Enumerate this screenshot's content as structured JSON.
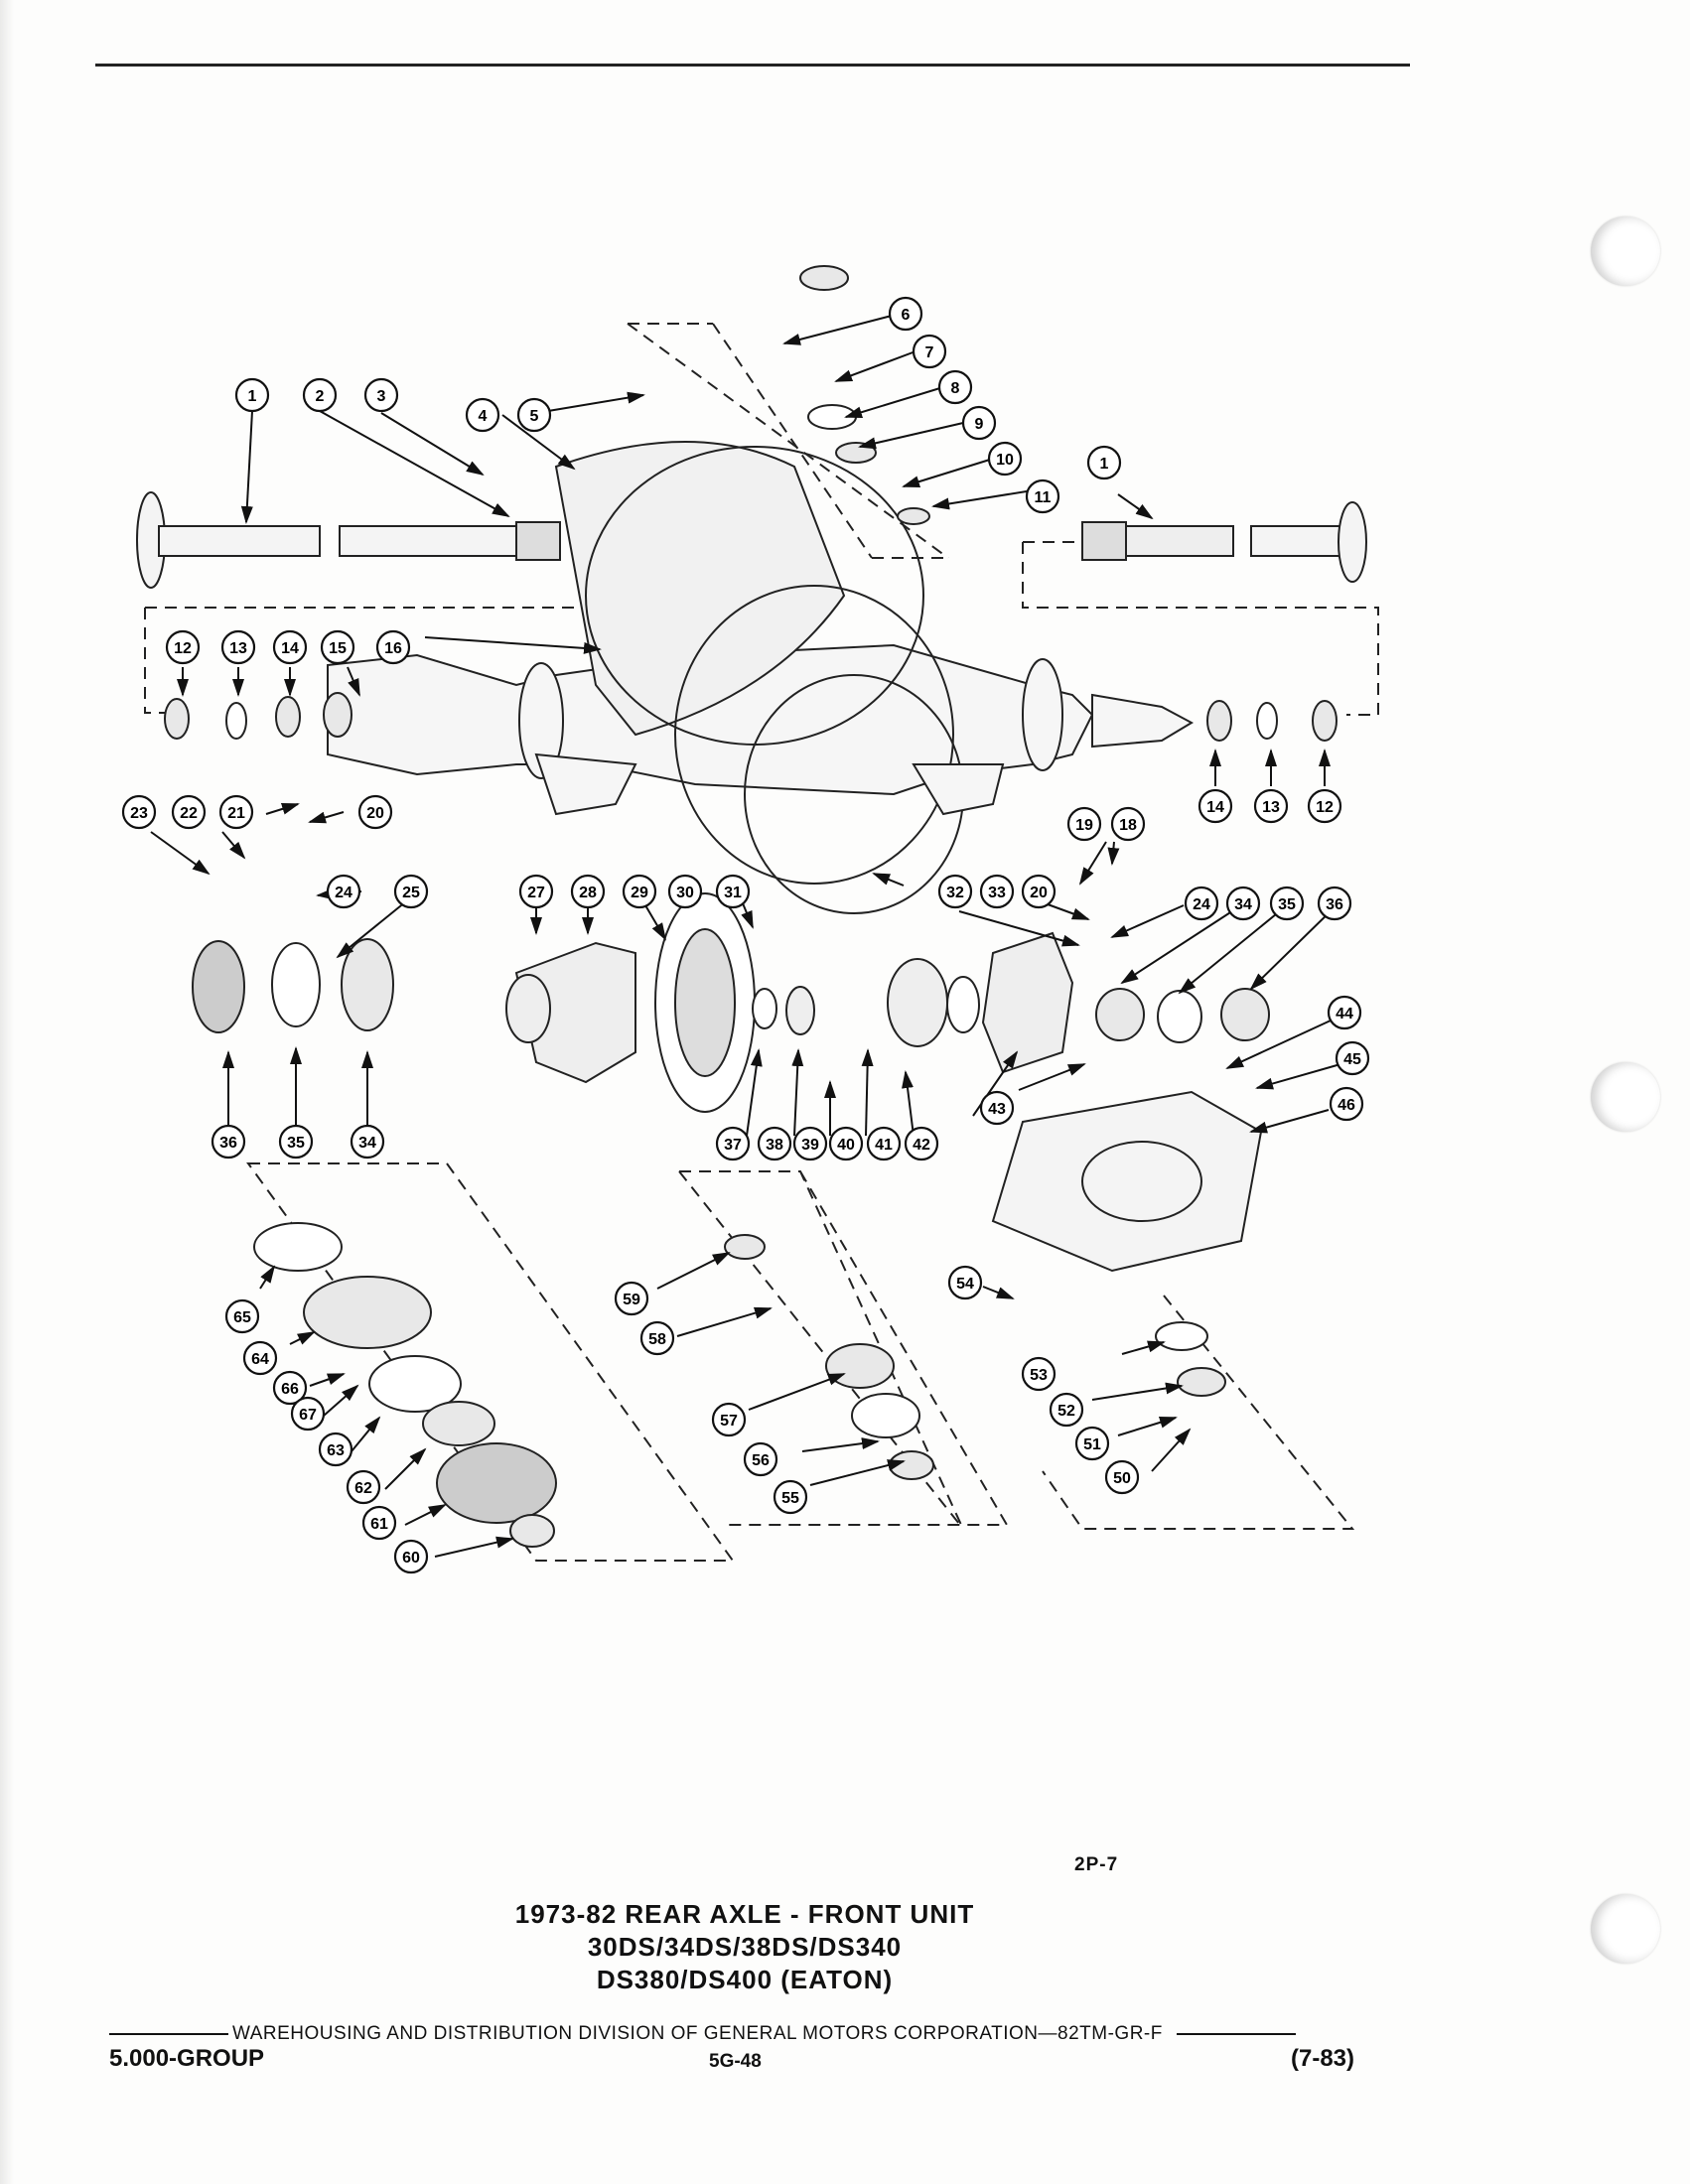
{
  "figure_number": "2P-7",
  "caption": {
    "line1": "1973-82 REAR AXLE - FRONT UNIT",
    "line2": "30DS/34DS/38DS/DS340",
    "line3": "DS380/DS400 (EATON)"
  },
  "footer": {
    "text": "WAREHOUSING AND DISTRIBUTION DIVISION OF GENERAL MOTORS CORPORATION—82TM-GR-F",
    "group": "5.000-GROUP",
    "page": "5G-48",
    "revision": "(7-83)"
  },
  "callouts": [
    {
      "n": "1"
    },
    {
      "n": "2"
    },
    {
      "n": "3"
    },
    {
      "n": "4"
    },
    {
      "n": "5"
    },
    {
      "n": "6"
    },
    {
      "n": "7"
    },
    {
      "n": "8"
    },
    {
      "n": "9"
    },
    {
      "n": "10"
    },
    {
      "n": "11"
    },
    {
      "n": "1"
    },
    {
      "n": "12"
    },
    {
      "n": "13"
    },
    {
      "n": "14"
    },
    {
      "n": "15"
    },
    {
      "n": "16"
    },
    {
      "n": "14"
    },
    {
      "n": "13"
    },
    {
      "n": "12"
    },
    {
      "n": "23"
    },
    {
      "n": "22"
    },
    {
      "n": "21"
    },
    {
      "n": "20"
    },
    {
      "n": "24"
    },
    {
      "n": "25"
    },
    {
      "n": "27"
    },
    {
      "n": "28"
    },
    {
      "n": "29"
    },
    {
      "n": "30"
    },
    {
      "n": "31"
    },
    {
      "n": "19"
    },
    {
      "n": "18"
    },
    {
      "n": "32"
    },
    {
      "n": "33"
    },
    {
      "n": "20"
    },
    {
      "n": "24"
    },
    {
      "n": "34"
    },
    {
      "n": "35"
    },
    {
      "n": "36"
    },
    {
      "n": "44"
    },
    {
      "n": "45"
    },
    {
      "n": "46"
    },
    {
      "n": "36"
    },
    {
      "n": "35"
    },
    {
      "n": "34"
    },
    {
      "n": "37"
    },
    {
      "n": "38"
    },
    {
      "n": "39"
    },
    {
      "n": "40"
    },
    {
      "n": "41"
    },
    {
      "n": "42"
    },
    {
      "n": "43"
    },
    {
      "n": "54"
    },
    {
      "n": "59"
    },
    {
      "n": "58"
    },
    {
      "n": "65"
    },
    {
      "n": "64"
    },
    {
      "n": "66"
    },
    {
      "n": "67"
    },
    {
      "n": "63"
    },
    {
      "n": "62"
    },
    {
      "n": "61"
    },
    {
      "n": "60"
    },
    {
      "n": "57"
    },
    {
      "n": "56"
    },
    {
      "n": "55"
    },
    {
      "n": "53"
    },
    {
      "n": "52"
    },
    {
      "n": "51"
    },
    {
      "n": "50"
    }
  ]
}
